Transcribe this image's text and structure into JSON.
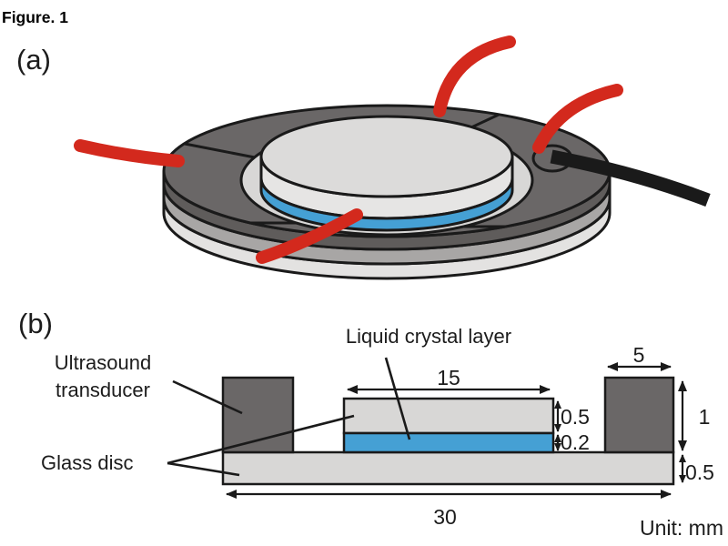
{
  "figure": {
    "title": "Figure. 1",
    "panel_a": {
      "label": "(a)",
      "description_components": {
        "device": "ring ultrasound transducer with central liquid-crystal cell",
        "wires": [
          "red-wire",
          "red-wire",
          "red-wire",
          "red-wire",
          "black-wire"
        ]
      }
    },
    "panel_b": {
      "label": "(b)",
      "component_labels": {
        "ultrasound_transducer_line1": "Ultrasound",
        "ultrasound_transducer_line2": "transducer",
        "glass_disc": "Glass disc",
        "liquid_crystal_layer": "Liquid crystal layer"
      },
      "dimensions_mm": {
        "lc_cell_width": "15",
        "transducer_width": "5",
        "transducer_height": "1",
        "top_glass_thickness": "0.5",
        "lc_layer_thickness": "0.2",
        "bottom_glass_thickness": "0.5",
        "glass_disc_diameter": "30"
      },
      "unit_note": "Unit: mm"
    },
    "colors": {
      "transducer_dark_gray": "#6a6767",
      "transducer_side_gray": "#5f5c5b",
      "glass_light_gray": "#d8d7d6",
      "glass_band_gray": "#a8a6a5",
      "glass_bottom_light": "#e3e2e1",
      "disc_top_gray": "#dcdbda",
      "liquid_crystal_blue": "#45a0d4",
      "wire_red": "#d3291d",
      "wire_black": "#1a1a1a",
      "outline": "#1a1a1a"
    }
  }
}
